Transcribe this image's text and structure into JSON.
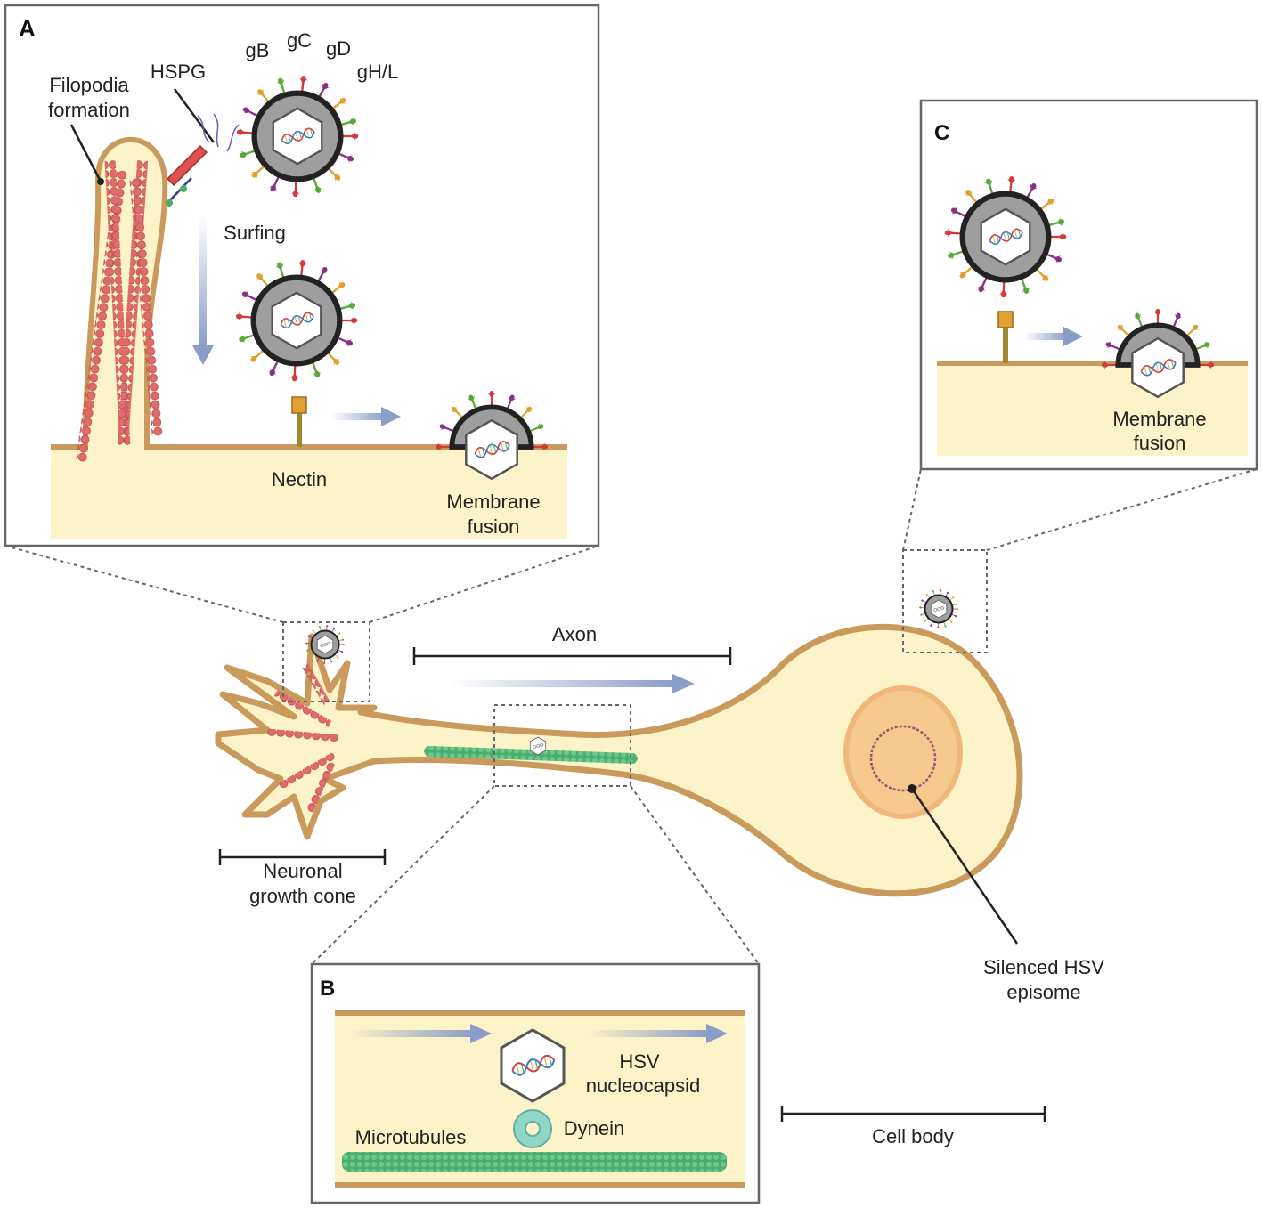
{
  "panels": {
    "a": {
      "letter": "A",
      "filopodia_line1": "Filopodia",
      "filopodia_line2": "formation",
      "hspg": "HSPG",
      "glycoproteins": [
        "gB",
        "gC",
        "gD",
        "gH/L"
      ],
      "surfing": "Surfing",
      "nectin": "Nectin",
      "fusion_line1": "Membrane",
      "fusion_line2": "fusion"
    },
    "b": {
      "letter": "B",
      "nucleocapsid_line1": "HSV",
      "nucleocapsid_line2": "nucleocapsid",
      "dynein": "Dynein",
      "microtubules": "Microtubules"
    },
    "c": {
      "letter": "C",
      "fusion_line1": "Membrane",
      "fusion_line2": "fusion"
    }
  },
  "neuron": {
    "axon": "Axon",
    "growth_cone_line1": "Neuronal",
    "growth_cone_line2": "growth cone",
    "episome_line1": "Silenced HSV",
    "episome_line2": "episome",
    "cell_body": "Cell body"
  },
  "colors": {
    "membrane": "#c99a5b",
    "cytoplasm": "#fcf3c8",
    "nucleus": "#f5c88e",
    "actin": "#e06b6b",
    "microtubule": "#4cae6e",
    "arrow": "#8a9cc8",
    "capsid": "#9e9e9e"
  }
}
